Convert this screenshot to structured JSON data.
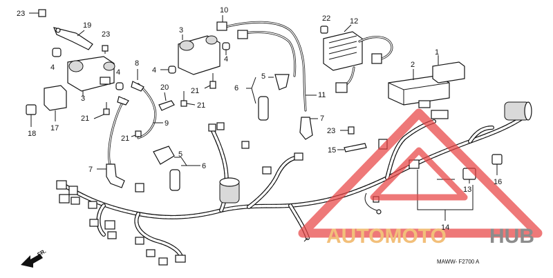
{
  "diagram": {
    "code": "MAWW- F2700 A",
    "direction_label": "FR."
  },
  "callouts": [
    {
      "id": "c1",
      "text": "1"
    },
    {
      "id": "c2",
      "text": "2"
    },
    {
      "id": "c3a",
      "text": "3"
    },
    {
      "id": "c3b",
      "text": "3"
    },
    {
      "id": "c4a",
      "text": "4"
    },
    {
      "id": "c4b",
      "text": "4"
    },
    {
      "id": "c4c",
      "text": "4"
    },
    {
      "id": "c4d",
      "text": "4"
    },
    {
      "id": "c5a",
      "text": "5"
    },
    {
      "id": "c5b",
      "text": "5"
    },
    {
      "id": "c6a",
      "text": "6"
    },
    {
      "id": "c6b",
      "text": "6"
    },
    {
      "id": "c7a",
      "text": "7"
    },
    {
      "id": "c7b",
      "text": "7"
    },
    {
      "id": "c8",
      "text": "8"
    },
    {
      "id": "c9",
      "text": "9"
    },
    {
      "id": "c10",
      "text": "10"
    },
    {
      "id": "c11",
      "text": "11"
    },
    {
      "id": "c12",
      "text": "12"
    },
    {
      "id": "c13",
      "text": "13"
    },
    {
      "id": "c14",
      "text": "14"
    },
    {
      "id": "c15",
      "text": "15"
    },
    {
      "id": "c16",
      "text": "16"
    },
    {
      "id": "c17",
      "text": "17"
    },
    {
      "id": "c18",
      "text": "18"
    },
    {
      "id": "c19",
      "text": "19"
    },
    {
      "id": "c20",
      "text": "20"
    },
    {
      "id": "c21a",
      "text": "21"
    },
    {
      "id": "c21b",
      "text": "21"
    },
    {
      "id": "c21c",
      "text": "21"
    },
    {
      "id": "c21d",
      "text": "21"
    },
    {
      "id": "c22",
      "text": "22"
    },
    {
      "id": "c23a",
      "text": "23"
    },
    {
      "id": "c23b",
      "text": "23"
    },
    {
      "id": "c23c",
      "text": "23"
    }
  ],
  "watermark": {
    "part_a": "AUTOMOTO",
    "part_b": "HUB",
    "color_a": "#f2bf7a",
    "color_b": "#8c8c8c",
    "triangle_color": "#e84545"
  }
}
